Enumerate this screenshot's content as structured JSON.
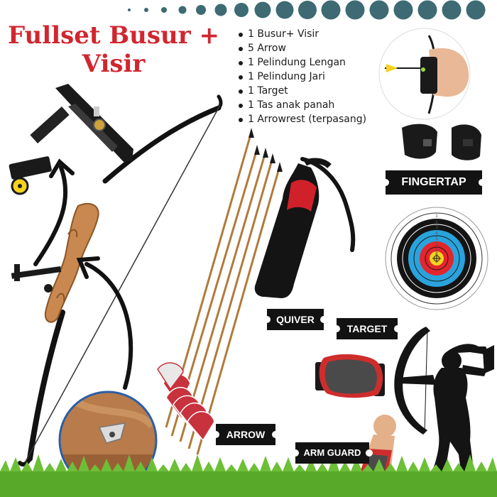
{
  "title_lines": [
    "Fullset Busur +",
    "Visir"
  ],
  "items": [
    "1 Busur+ Visir",
    "5 Arrow",
    "1 Pelindung Lengan",
    "1 Pelindung Jari",
    "1 Target",
    "1 Tas anak panah",
    "1 Arrowrest (terpasang)"
  ],
  "labels": {
    "quiver": "QUIVER",
    "target": "TARGET",
    "arrow": "ARROW",
    "arm_guard": "ARM GUARD",
    "fingertap": "FINGERTAP"
  },
  "target_rings": [
    "1",
    "2",
    "3",
    "4",
    "5",
    "6",
    "7",
    "8",
    "9",
    "10"
  ],
  "colors": {
    "title": "#d1262f",
    "dots": "#3d6a73",
    "bow": "#121212",
    "riser_wood": "#c8884f",
    "quiver_body": "#141414",
    "quiver_accent": "#d0202a",
    "fletching": "#c8323c",
    "target_yellow": "#f4d21f",
    "target_red": "#e3262c",
    "target_blue": "#2aa3dd",
    "target_black": "#141414",
    "grass": "#58a92a"
  }
}
